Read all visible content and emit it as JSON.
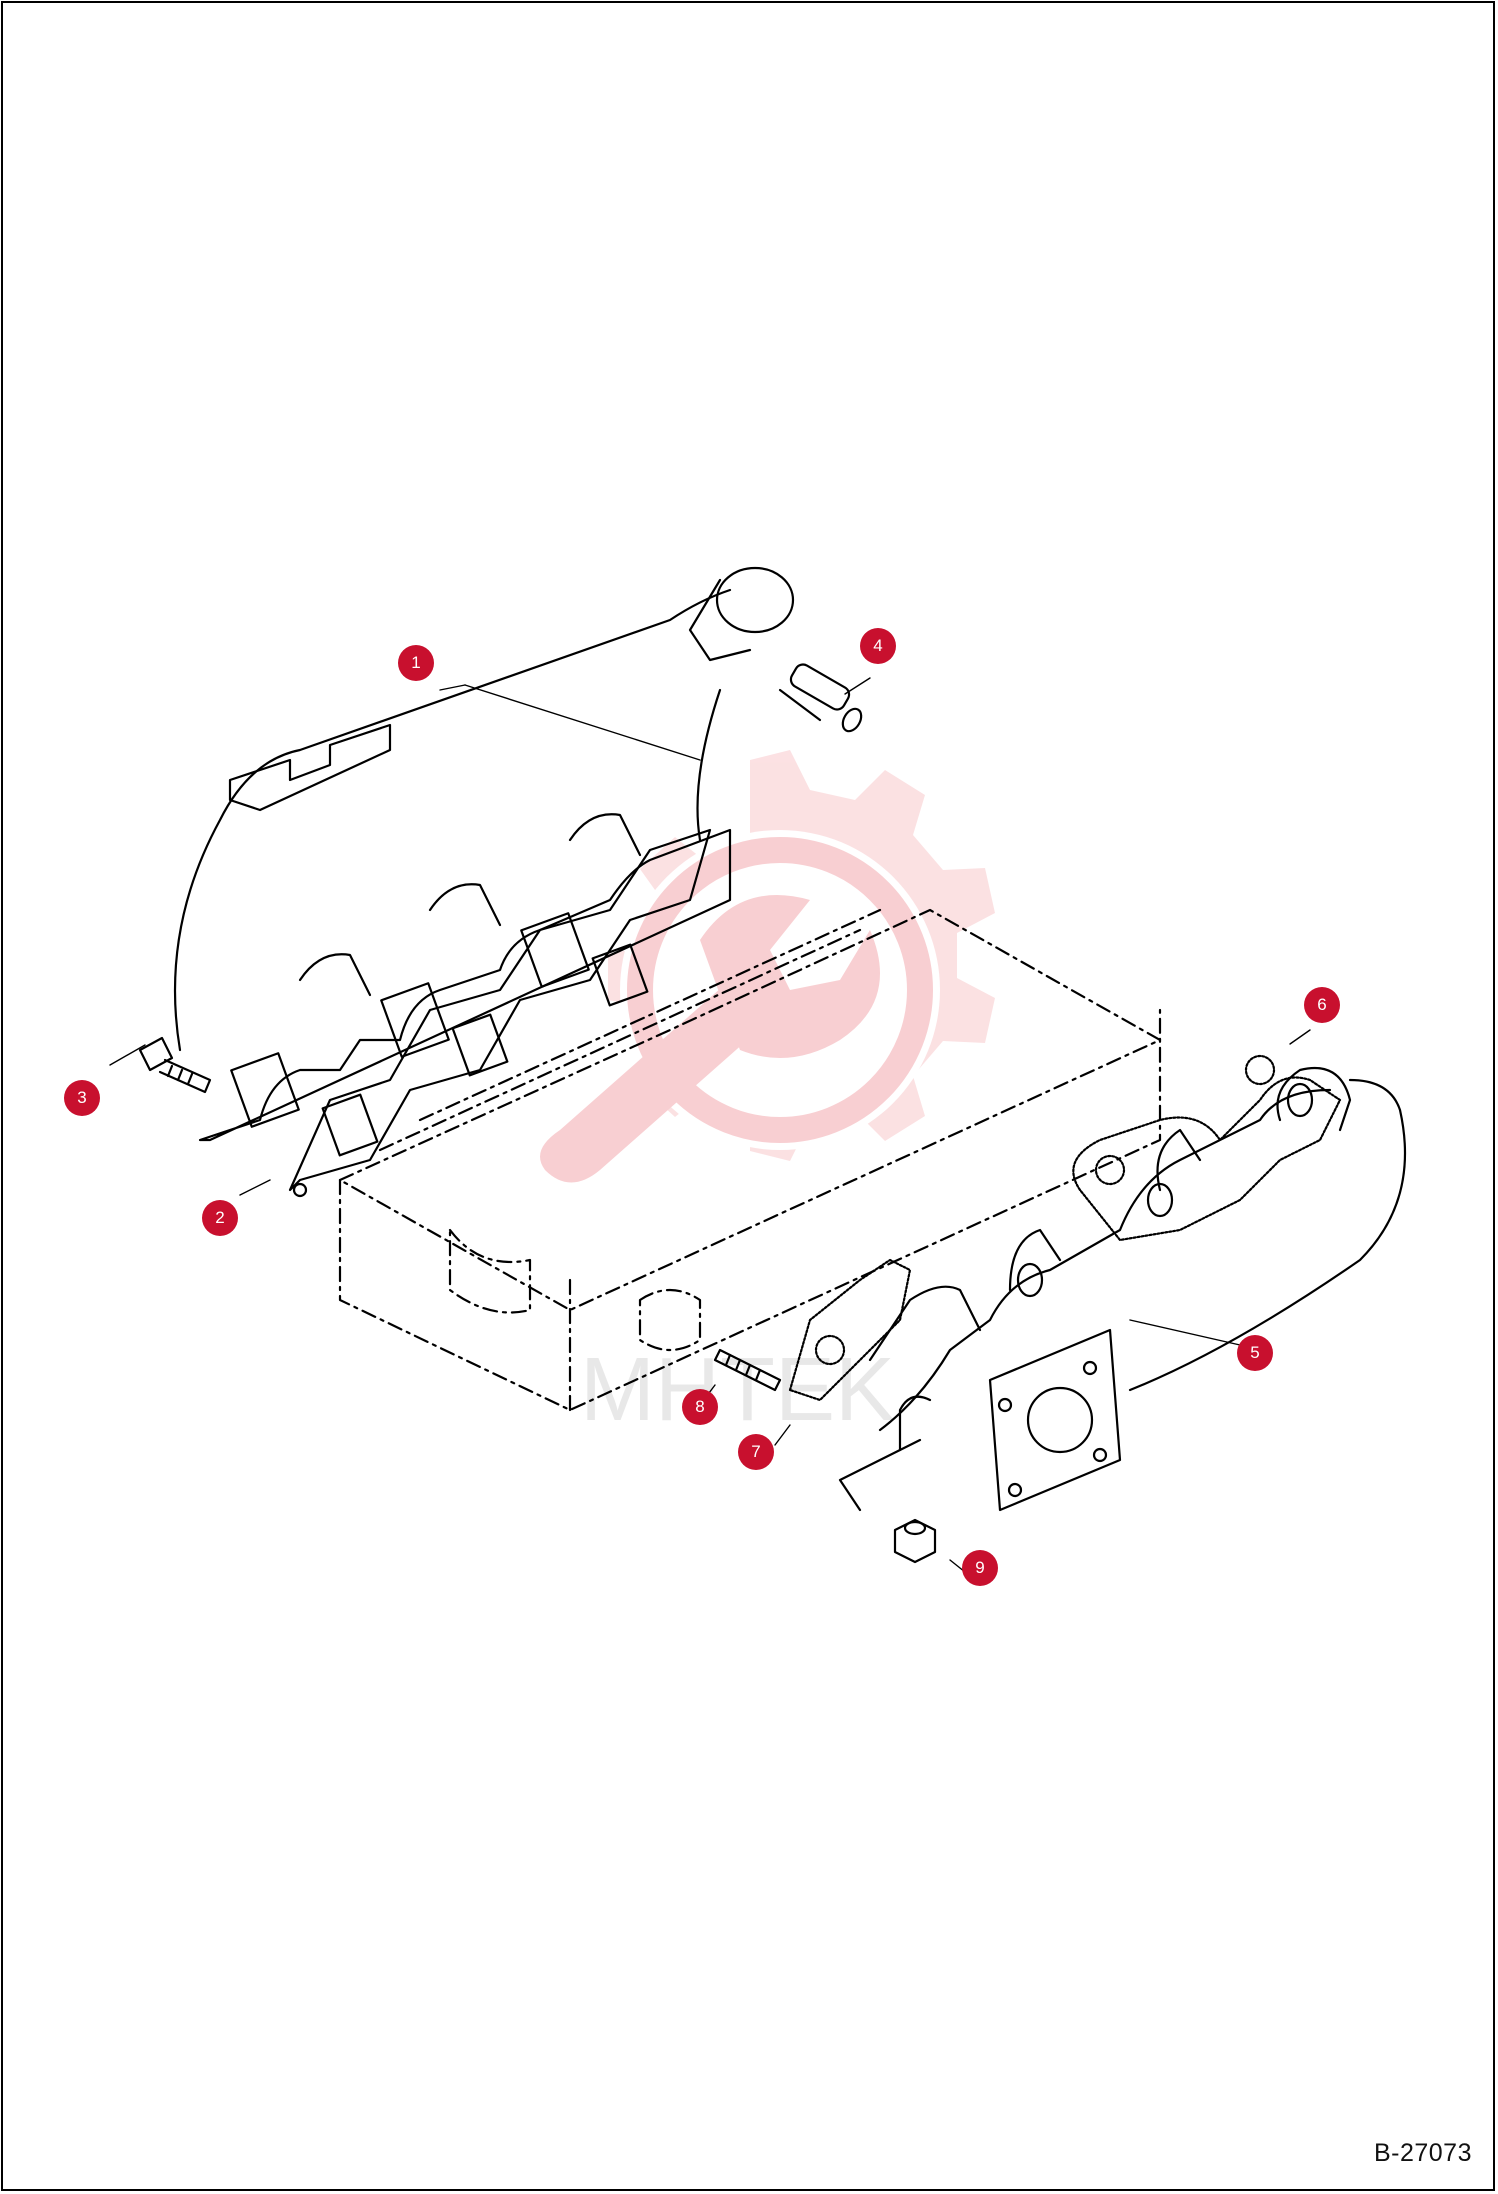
{
  "diagram": {
    "reference": "B-27073",
    "accent_color": "#c8102e",
    "watermark_color": "#f5b8bc",
    "callouts": [
      {
        "number": "1"
      },
      {
        "number": "2"
      },
      {
        "number": "3"
      },
      {
        "number": "4"
      },
      {
        "number": "5"
      },
      {
        "number": "6"
      },
      {
        "number": "7"
      },
      {
        "number": "8"
      },
      {
        "number": "9"
      }
    ],
    "watermark_icon": "gear-wrench-logo-icon"
  }
}
